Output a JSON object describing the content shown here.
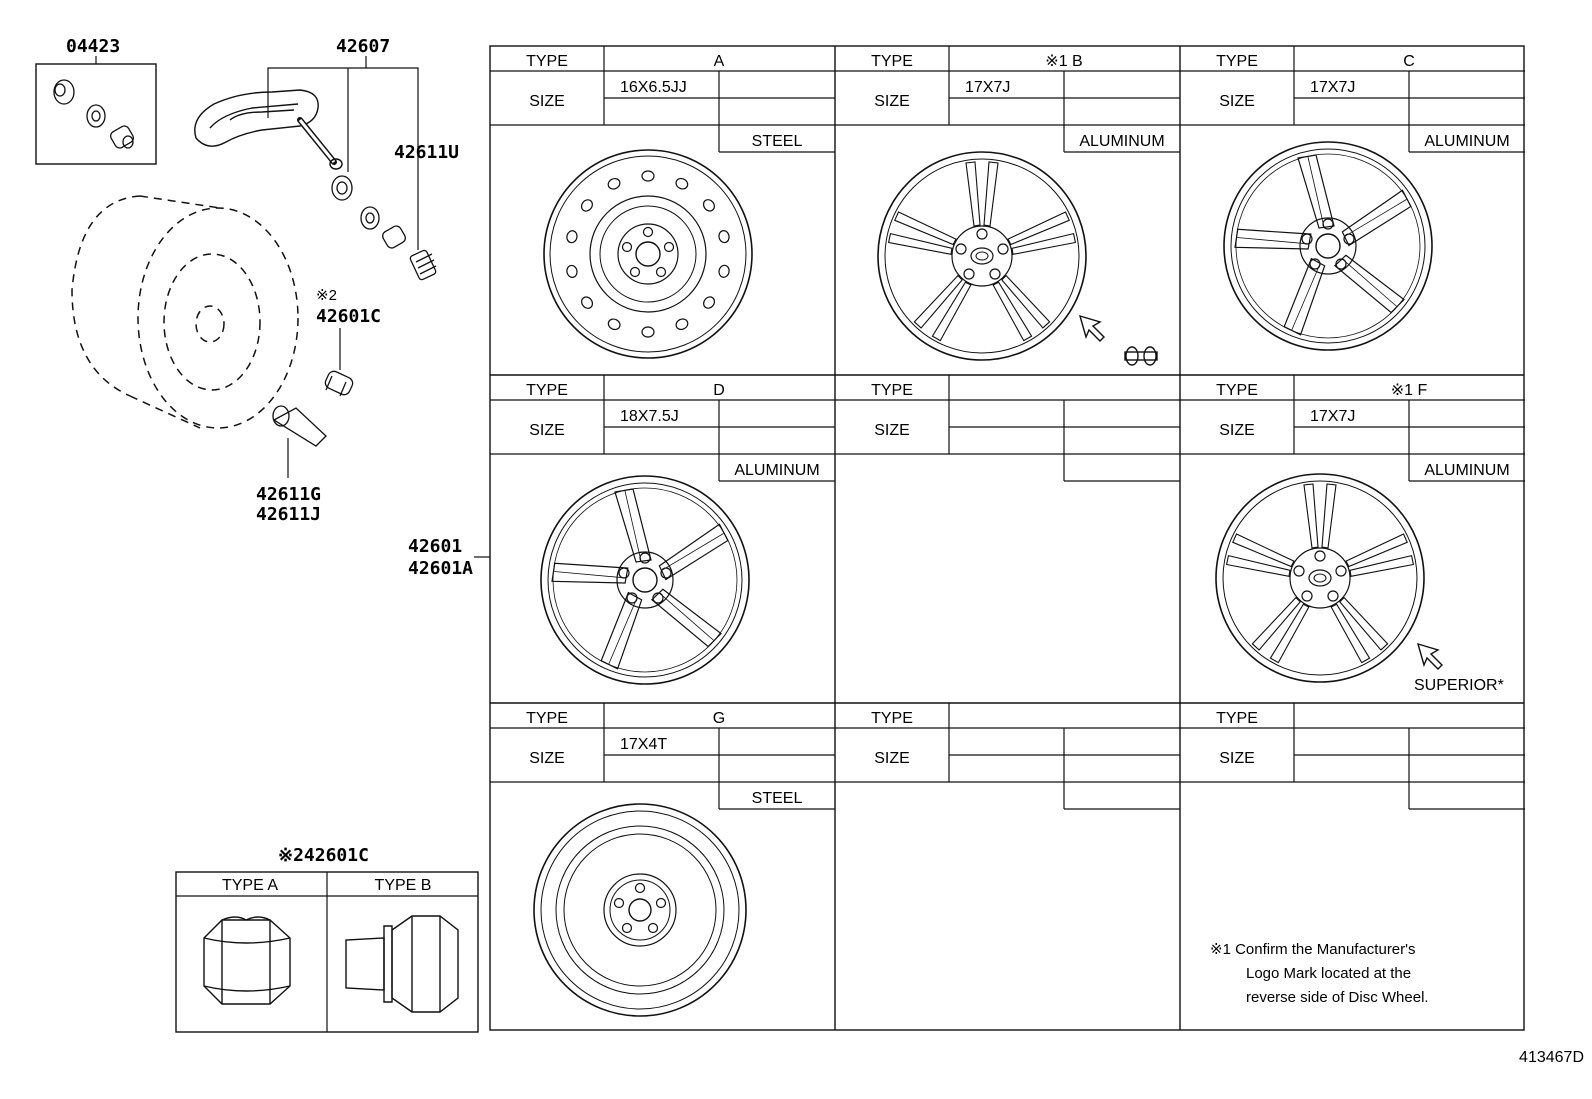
{
  "parts": {
    "p04423": "04423",
    "p42607": "42607",
    "p42611U": "42611U",
    "note2_mark": "※2",
    "p42601C": "42601C",
    "p42611G": "42611G",
    "p42611J": "42611J",
    "p42601": "42601",
    "p42601A": "42601A",
    "nut_title": "※242601C"
  },
  "nut_table": {
    "type_a": "TYPE A",
    "type_b": "TYPE B"
  },
  "grid": {
    "type_label": "TYPE",
    "size_label": "SIZE",
    "cells": [
      {
        "type": "A",
        "size": "16X6.5JJ",
        "material": "STEEL"
      },
      {
        "type": "※1 B",
        "size": "17X7J",
        "material": "ALUMINUM"
      },
      {
        "type": "C",
        "size": "17X7J",
        "material": "ALUMINUM"
      },
      {
        "type": "D",
        "size": "18X7.5J",
        "material": "ALUMINUM"
      },
      {
        "type": "",
        "size": "",
        "material": ""
      },
      {
        "type": "※1 F",
        "size": "17X7J",
        "material": "ALUMINUM"
      },
      {
        "type": "G",
        "size": "17X4T",
        "material": "STEEL"
      },
      {
        "type": "",
        "size": "",
        "material": ""
      },
      {
        "type": "",
        "size": "",
        "material": ""
      }
    ],
    "superior": "SUPERIOR*"
  },
  "footnote": {
    "line1": "※1 Confirm the Manufacturer's",
    "line2": "Logo Mark located at the",
    "line3": "reverse side of Disc Wheel."
  },
  "diagram_id": "413467D"
}
